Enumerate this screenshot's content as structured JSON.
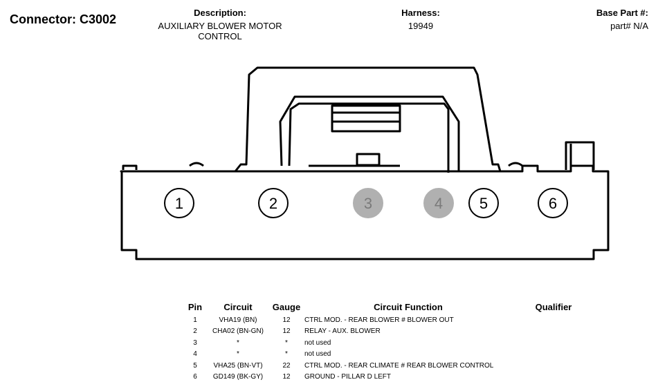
{
  "header": {
    "connector": "Connector: C3002",
    "description_label": "Description:",
    "description": "AUXILIARY BLOWER MOTOR CONTROL",
    "harness_label": "Harness:",
    "harness": "19949",
    "base_part_label": "Base Part #:",
    "base_part": "part# N/A"
  },
  "connector_pins": [
    {
      "label": "1",
      "state": "used"
    },
    {
      "label": "2",
      "state": "used"
    },
    {
      "label": "3",
      "state": "not used"
    },
    {
      "label": "4",
      "state": "not used"
    },
    {
      "label": "5",
      "state": "used"
    },
    {
      "label": "6",
      "state": "used"
    }
  ],
  "colors": {
    "unused_pin": "#b0b0b0",
    "outline": "#000000"
  },
  "table": {
    "headers": {
      "pin": "Pin",
      "circuit": "Circuit",
      "gauge": "Gauge",
      "function": "Circuit Function",
      "qualifier": "Qualifier"
    },
    "rows": [
      {
        "pin": "1",
        "circuit": "VHA19 (BN)",
        "gauge": "12",
        "function": "CTRL MOD. - REAR BLOWER # BLOWER OUT",
        "qualifier": ""
      },
      {
        "pin": "2",
        "circuit": "CHA02 (BN-GN)",
        "gauge": "12",
        "function": "RELAY - AUX. BLOWER",
        "qualifier": ""
      },
      {
        "pin": "3",
        "circuit": "*",
        "gauge": "*",
        "function": "not used",
        "qualifier": ""
      },
      {
        "pin": "4",
        "circuit": "*",
        "gauge": "*",
        "function": "not used",
        "qualifier": ""
      },
      {
        "pin": "5",
        "circuit": "VHA25 (BN-VT)",
        "gauge": "22",
        "function": "CTRL MOD. - REAR CLIMATE # REAR BLOWER CONTROL",
        "qualifier": ""
      },
      {
        "pin": "6",
        "circuit": "GD149 (BK-GY)",
        "gauge": "12",
        "function": "GROUND - PILLAR D LEFT",
        "qualifier": ""
      }
    ]
  }
}
